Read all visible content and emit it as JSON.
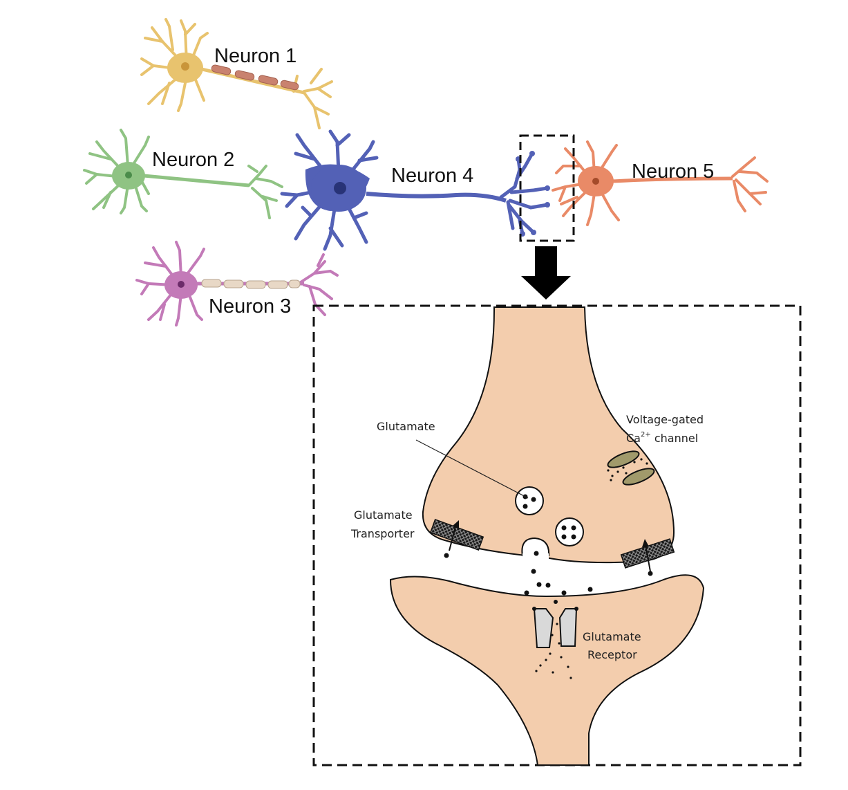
{
  "neurons": {
    "n1": {
      "label": "Neuron 1",
      "color": "#e8c36e",
      "axon_color": "#c9826f"
    },
    "n2": {
      "label": "Neuron 2",
      "color": "#8fc383"
    },
    "n3": {
      "label": "Neuron 3",
      "color": "#c37ab8",
      "axon_color": "#e8d8c6"
    },
    "n4": {
      "label": "Neuron 4",
      "color": "#5361b6"
    },
    "n5": {
      "label": "Neuron 5",
      "color": "#e98a67"
    }
  },
  "synapse": {
    "fill": "#f3cdad",
    "labels": {
      "glutamate": "Glutamate",
      "transporter_line1": "Glutamate",
      "transporter_line2": "Transporter",
      "vgcc_line1": "Voltage-gated",
      "vgcc_ca": "Ca",
      "vgcc_sup": "2+",
      "vgcc_line2_rest": " channel",
      "receptor_line1": "Glutamate",
      "receptor_line2": "Receptor"
    }
  }
}
